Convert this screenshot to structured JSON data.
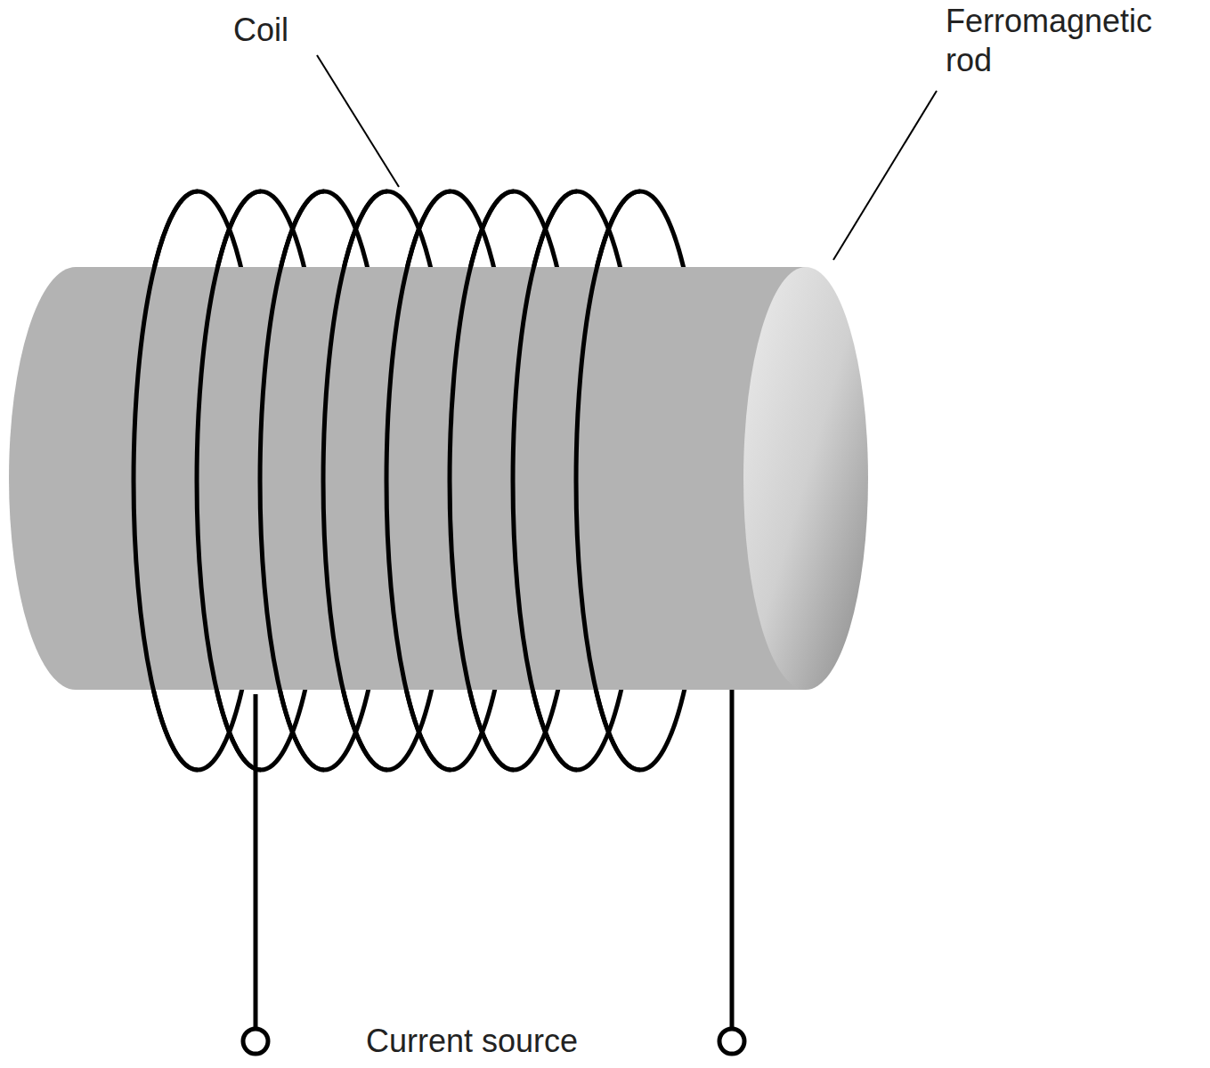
{
  "diagram": {
    "labels": [
      "Coil",
      "Ferromagnetic rod",
      "Current source"
    ]
  }
}
